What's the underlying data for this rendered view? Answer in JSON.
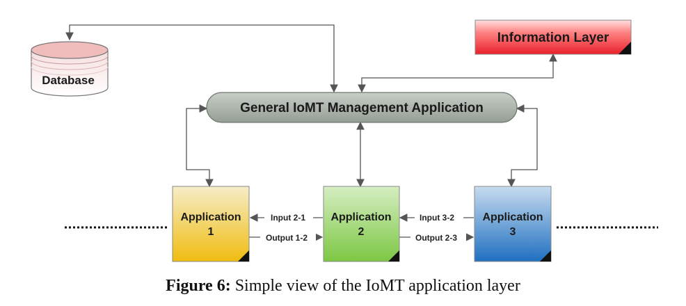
{
  "nodes": {
    "database": "Database",
    "info_layer": "Information Layer",
    "management": "General IoMT Management Application",
    "app1": [
      "Application",
      "1"
    ],
    "app2": [
      "Application",
      "2"
    ],
    "app3": [
      "Application",
      "3"
    ]
  },
  "edges": {
    "input_2_1": "Input 2-1",
    "output_1_2": "Output 1-2",
    "input_3_2": "Input 3-2",
    "output_2_3": "Output 2-3"
  },
  "caption": {
    "label": "Figure 6:",
    "text": "Simple view of the IoMT application layer"
  },
  "colors": {
    "info_layer": "#e8202a",
    "management": "#a9b2a9",
    "app1": "#f0c020",
    "app2": "#8dcc55",
    "app3": "#2f7fc8",
    "database": "#f1c7c7",
    "connector": "#555555"
  }
}
